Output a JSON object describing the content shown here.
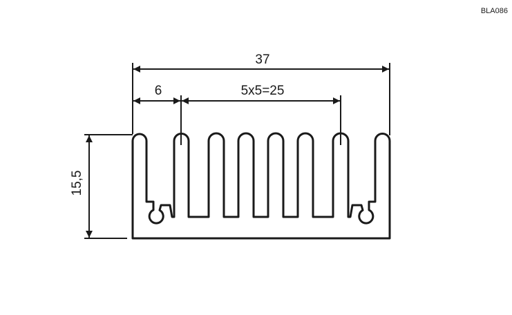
{
  "drawing": {
    "code": "BLA086",
    "dimensions": {
      "overall_width": "37",
      "first_fin_offset": "6",
      "fin_pitch": "5x5=25",
      "height": "15,5"
    },
    "colors": {
      "line": "#1a1a1a",
      "background": "#ffffff"
    }
  }
}
